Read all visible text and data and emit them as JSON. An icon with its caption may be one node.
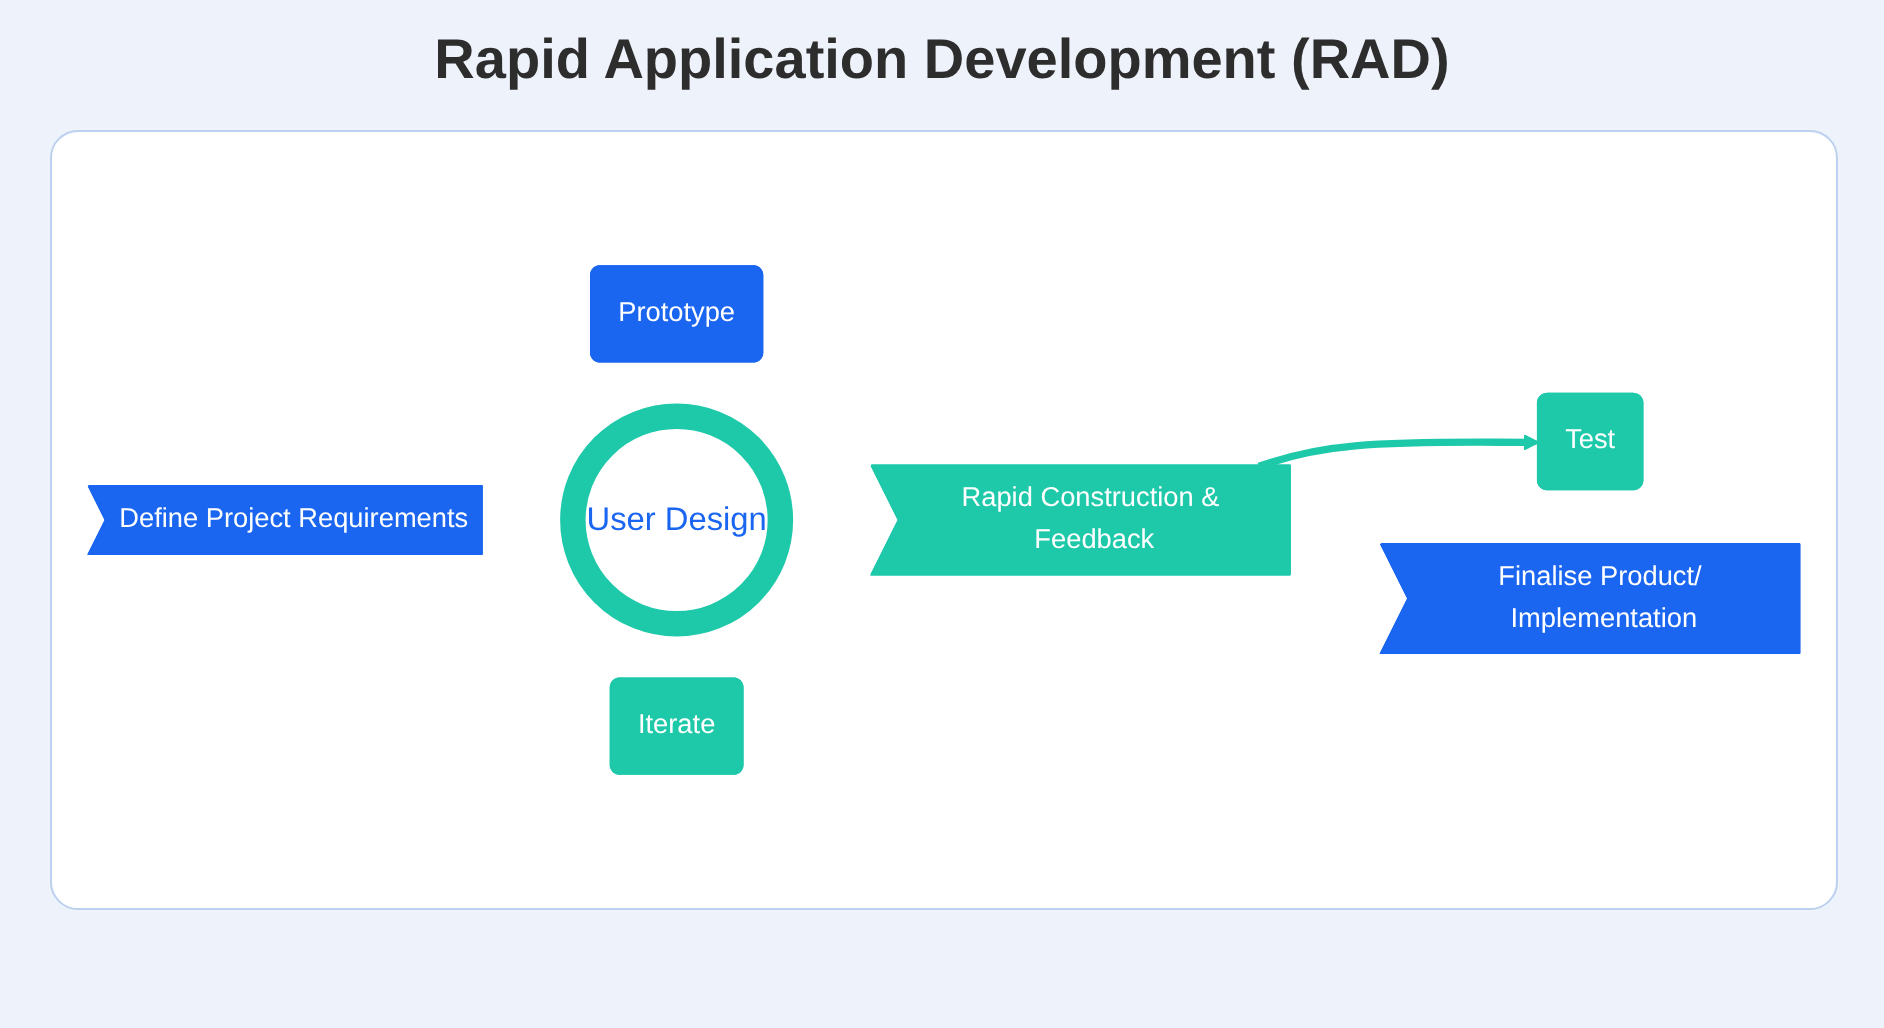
{
  "diagram": {
    "title": "Rapid Application Development (RAD)",
    "nodes": [
      {
        "text": [
          "Define Project Requirements"
        ]
      },
      {
        "text": [
          "Prototype"
        ]
      },
      {
        "text": [
          "User Design"
        ]
      },
      {
        "text": [
          "Iterate"
        ]
      },
      {
        "text": [
          "Test"
        ]
      },
      {
        "text": [
          "Rapid Construction & Feedback"
        ]
      },
      {
        "text": [
          "Finalise Product/ Implementation"
        ]
      }
    ],
    "edges": [
      {
        "from": 5,
        "to": 4,
        "arrow": "to"
      }
    ]
  }
}
